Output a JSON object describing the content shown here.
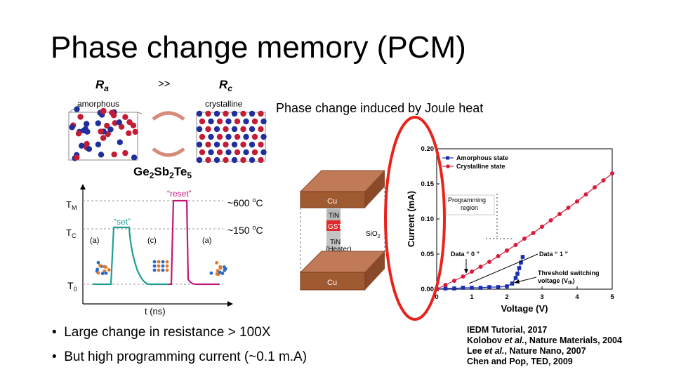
{
  "slide": {
    "title": "Phase change memory (PCM)"
  },
  "crystal": {
    "ra": "R",
    "ra_sub": "a",
    "gt": ">>",
    "rc": "R",
    "rc_sub": "c",
    "amorphous": "amorphous",
    "crystalline": "crystalline",
    "formula": [
      "Ge",
      "2",
      "Sb",
      "2",
      "Te",
      "5"
    ]
  },
  "pulse": {
    "tm": "T",
    "tm_sub": "M",
    "tc": "T",
    "tc_sub": "C",
    "t0": "T",
    "t0_sub": "0",
    "reset": "“reset”",
    "set": "“set”",
    "temp_high": "~600 ",
    "temp_high_sup": "o",
    "temp_high_unit": "C",
    "temp_low": "~150 ",
    "temp_low_sup": "o",
    "temp_low_unit": "C",
    "xlabel": "t (ns)",
    "states": [
      "(a)",
      "(c)",
      "(a)"
    ]
  },
  "cell": {
    "cu_top": "Cu",
    "cu_bottom": "Cu",
    "tin1": "TiN",
    "gst": "GST",
    "tin2": "TiN",
    "heater": "(Heater)",
    "sio2": "SiO",
    "sio2_sub": "2"
  },
  "joule": "Phase change induced by Joule heat",
  "bullets": [
    "Large change in resistance > 100X",
    "But high programming current (~0.1 m.A)"
  ],
  "references": [
    {
      "pre": "IEDM Tutorial, 2017",
      "ital": "",
      "post": ""
    },
    {
      "pre": "Kolobov ",
      "ital": "et al.",
      "post": ", Nature Materials, 2004"
    },
    {
      "pre": "Lee ",
      "ital": "et al.",
      "post": ", Nature Nano, 2007"
    },
    {
      "pre": "Chen and Pop, TED, 2009",
      "ital": "",
      "post": ""
    }
  ],
  "chart_data": {
    "type": "line",
    "xlabel": "Voltage (V)",
    "ylabel": "Current (mA)",
    "xlim": [
      0,
      5
    ],
    "ylim": [
      0,
      0.2
    ],
    "xticks": [
      "0",
      "1",
      "2",
      "3",
      "4",
      "5"
    ],
    "yticks": [
      "0.00",
      "0.05",
      "0.10",
      "0.15",
      "0.20"
    ],
    "series": [
      {
        "name": "Amorphous state",
        "color": "#1a2fb0",
        "marker": "square",
        "x": [
          0.0,
          0.25,
          0.5,
          0.75,
          1.0,
          1.25,
          1.5,
          1.75,
          2.0,
          2.15,
          2.25,
          2.3,
          2.35,
          2.4,
          2.45
        ],
        "y": [
          0.0,
          0.001,
          0.001,
          0.002,
          0.002,
          0.002,
          0.003,
          0.003,
          0.004,
          0.008,
          0.016,
          0.022,
          0.03,
          0.038,
          0.046
        ]
      },
      {
        "name": "Crystalline state",
        "color": "#d81b3a",
        "marker": "circle",
        "x": [
          0.0,
          0.25,
          0.5,
          0.75,
          1.0,
          1.25,
          1.5,
          1.75,
          2.0,
          2.25,
          2.5,
          2.75,
          3.0,
          3.25,
          3.5,
          3.75,
          4.0,
          4.25,
          4.5,
          4.75,
          5.0
        ],
        "y": [
          0.0,
          0.006,
          0.012,
          0.018,
          0.025,
          0.032,
          0.039,
          0.047,
          0.055,
          0.063,
          0.072,
          0.08,
          0.089,
          0.098,
          0.107,
          0.116,
          0.125,
          0.135,
          0.145,
          0.155,
          0.165
        ]
      }
    ],
    "annotations": {
      "programming": "Programming",
      "region": "region",
      "data0": "Data “ 0 ”",
      "data1": "Data “ 1 ”",
      "threshold": "Threshold switching",
      "voltage": "voltage (V",
      "voltage_sub": "th",
      "voltage_end": ")"
    },
    "colors": {
      "highlight": "#e8221c"
    }
  }
}
